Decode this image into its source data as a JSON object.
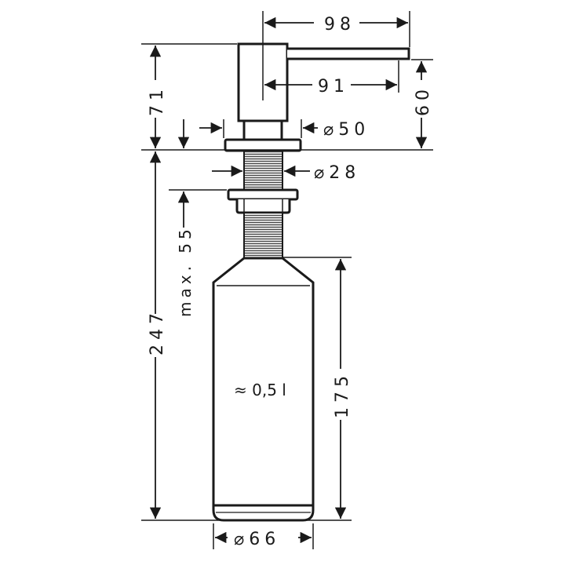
{
  "drawing": {
    "subject": "Soap dispenser technical drawing",
    "colors": {
      "line": "#1a1a1a",
      "background": "#ffffff",
      "thread": "#555555"
    }
  },
  "dimensions": {
    "spout_total_length": "98",
    "spout_reach": "91",
    "spout_height": "60",
    "pump_head_height": "71",
    "flange_diameter": "⌀50",
    "thread_diameter": "⌀28",
    "max_counter_thickness": "max. 55",
    "total_below_counter": "247",
    "bottle_height": "175",
    "bottle_diameter": "⌀66"
  },
  "labels": {
    "bottle_capacity": "≈ 0,5 l"
  }
}
